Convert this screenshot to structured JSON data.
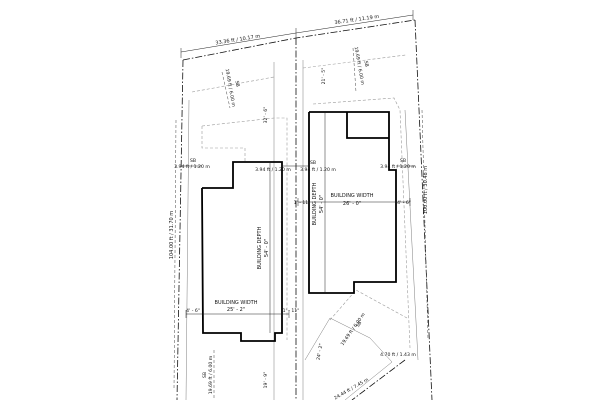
{
  "site_plan": {
    "frontage_labels": [
      {
        "id": "left_lot_front",
        "text": "33.36 ft / 10.17 m"
      },
      {
        "id": "right_lot_front",
        "text": "36.71 ft / 11.19 m"
      }
    ],
    "setback_labels": {
      "left_sb": "SB",
      "left_sb_val": "19.69 ft / 6.00 m",
      "right_sb": "SB",
      "right_sb_val": "19.69 ft / 6.00 m",
      "left_side_sb": "SB",
      "left_side_sb_val": "3.94 ft / 1.20 m",
      "mid_left_val": "3.94 ft / 1.20 m",
      "mid_sb": "SB",
      "mid_right_val": "3.94 ft / 1.20 m",
      "right_side_sb": "SB",
      "right_side_sb_val": "3.94 ft / 1.20 m",
      "bottom_left_sb": "SB",
      "bottom_left_sb_val": "19.69 ft / 6.00 m",
      "bottom_right_sb": "SB",
      "bottom_right_sb_val": "19.69 ft / 6.00 m",
      "bottom_right_corner_val": "4.70 ft / 1.43 m",
      "bottom_right_edge_val": "24.44 ft / 7.45 m"
    },
    "left_building": {
      "depth_title": "BUILDING DEPTH",
      "depth_value": "54' - 0\"",
      "width_title": "BUILDING WIDTH",
      "width_value": "25' - 2\"",
      "small_dims": [
        "4' - 6\"",
        "1' - 11\"",
        "32' - 6\"",
        "19' - 9\""
      ]
    },
    "right_building": {
      "depth_title": "BUILDING DEPTH",
      "depth_value": "54' - 0\"",
      "width_title": "BUILDING WIDTH",
      "width_value": "26' - 0\"",
      "small_dims": [
        "21' - 5\"",
        "1' - 11\"",
        "4' - 6\"",
        "24' - 2\""
      ]
    },
    "lot_depths": {
      "left": "104.00 ft / 31.70 m",
      "right": "100.00 ft / 30.48 m"
    }
  }
}
